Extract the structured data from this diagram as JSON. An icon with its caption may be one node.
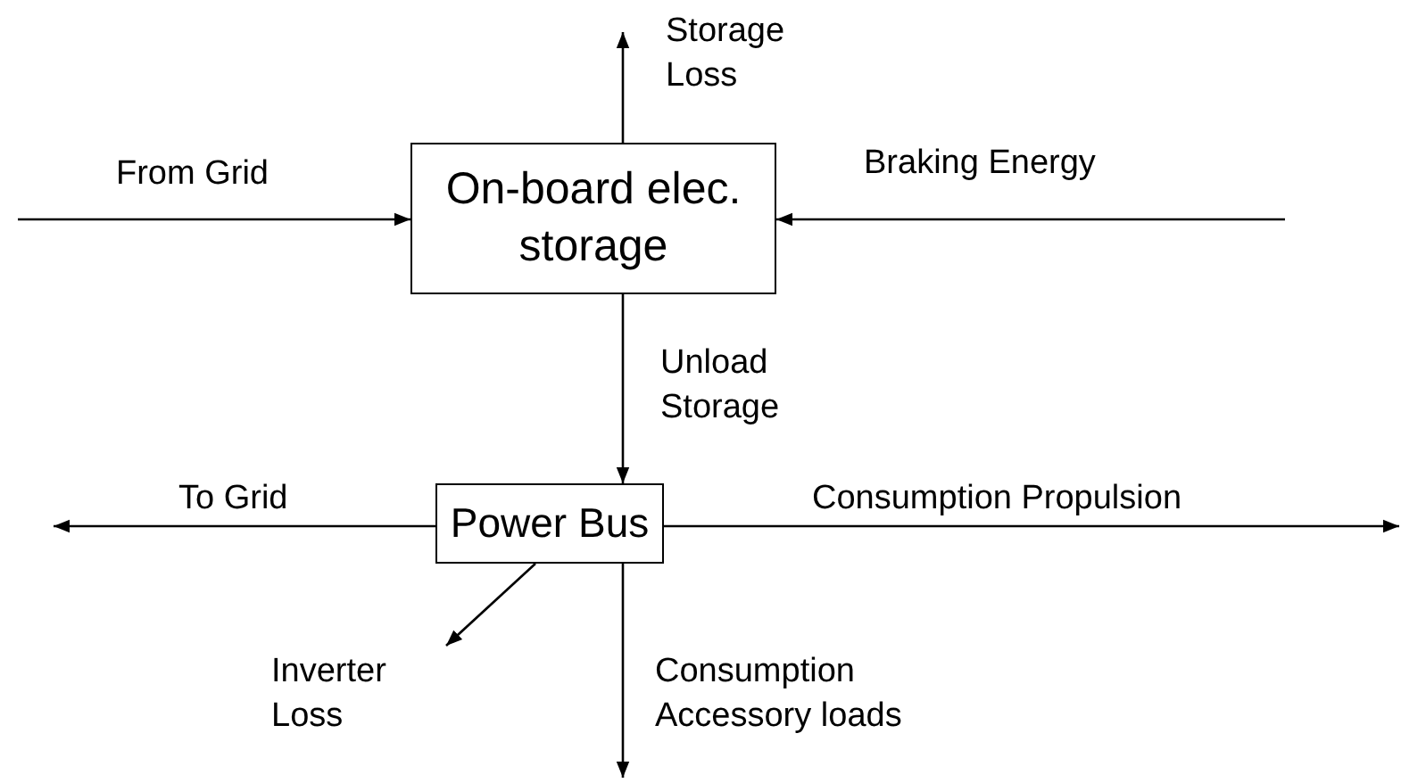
{
  "diagram": {
    "nodes": [
      {
        "text": [
          "On-board elec. storage"
        ]
      },
      {
        "text": [
          "Power Bus"
        ]
      }
    ],
    "edges": [
      {
        "from": null,
        "to": 0,
        "arrow": "to",
        "label": "From Grid"
      },
      {
        "from": 0,
        "to": null,
        "arrow": "to",
        "label": "Storage Loss"
      },
      {
        "from": null,
        "to": 0,
        "arrow": "to",
        "label": "Braking Energy"
      },
      {
        "from": 0,
        "to": 1,
        "arrow": "to",
        "label": "Unload Storage"
      },
      {
        "from": 1,
        "to": null,
        "arrow": "to",
        "label": "To Grid"
      },
      {
        "from": 1,
        "to": null,
        "arrow": "to",
        "label": "Consumption Propulsion"
      },
      {
        "from": 1,
        "to": null,
        "arrow": "to",
        "label": "Inverter Loss"
      },
      {
        "from": 1,
        "to": null,
        "arrow": "to",
        "label": "Consumption Accessory loads"
      }
    ]
  }
}
